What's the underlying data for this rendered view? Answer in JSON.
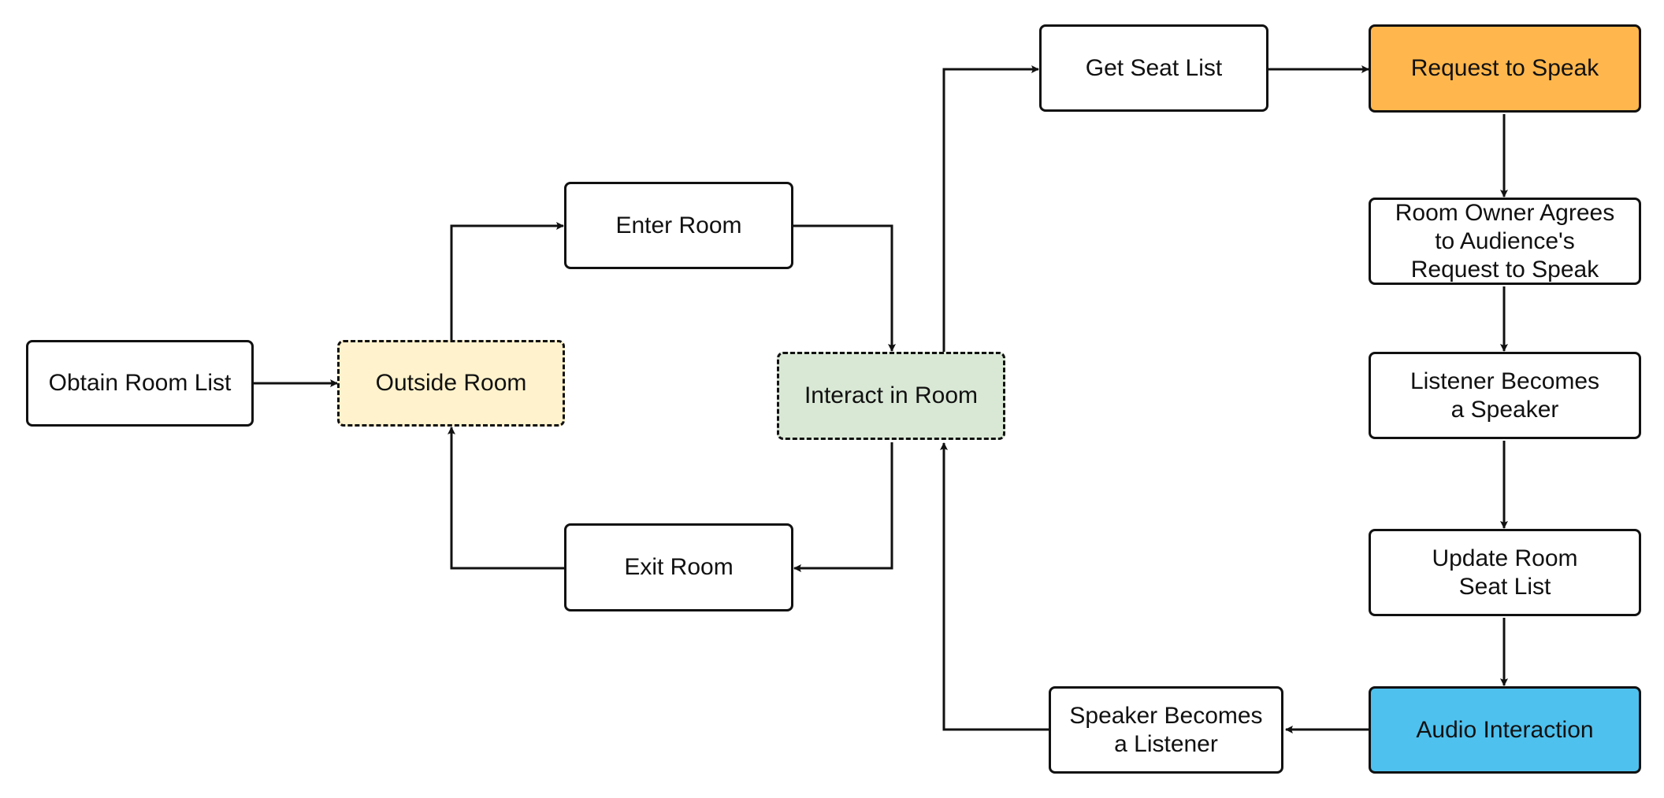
{
  "colors": {
    "stroke": "#111111",
    "outside_room_fill": "#fff2cc",
    "interact_room_fill": "#d9e8d5",
    "request_speak_fill": "#ffb74d",
    "audio_interaction_fill": "#4ec1ee",
    "default_fill": "#ffffff"
  },
  "nodes": {
    "obtain_room_list": "Obtain Room List",
    "outside_room": "Outside Room",
    "enter_room": "Enter Room",
    "exit_room": "Exit Room",
    "interact_in_room": "Interact in Room",
    "get_seat_list": "Get Seat List",
    "request_to_speak": "Request to Speak",
    "owner_agrees": "Room Owner Agrees\nto Audience's\nRequest to Speak",
    "listener_becomes_speaker": "Listener Becomes\na Speaker",
    "update_seat_list": "Update Room\nSeat List",
    "audio_interaction": "Audio Interaction",
    "speaker_becomes_listener": "Speaker Becomes\na Listener"
  }
}
